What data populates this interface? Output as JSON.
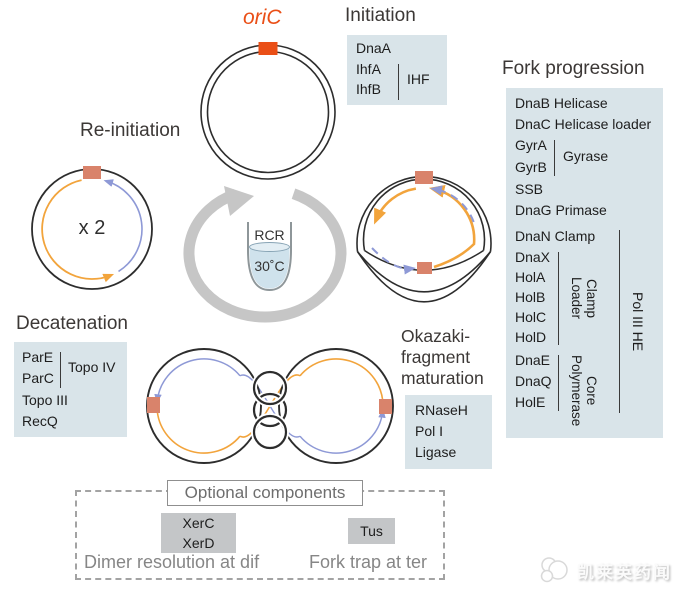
{
  "colors": {
    "panel_bg": "#d9e4e9",
    "gray_box_bg": "#c4c6c8",
    "oric_orange": "#ea4f17",
    "marker_salmon": "#d9836b",
    "strand_orange": "#f2a43c",
    "strand_blue": "#8e99d6",
    "cycle_gray": "#c6c6c6",
    "heading_text": "#3c3836",
    "muted_text": "#868686"
  },
  "plasmid": {
    "oric_label": "oriC"
  },
  "initiation": {
    "title": "Initiation",
    "first_item": "DnaA",
    "group_items": [
      "IhfA",
      "IhfB"
    ],
    "group_label": "IHF"
  },
  "fork_progression": {
    "title": "Fork progression",
    "items_top": [
      "DnaB Helicase",
      "DnaC Helicase loader"
    ],
    "gyrase": {
      "items": [
        "GyrA",
        "GyrB"
      ],
      "label": "Gyrase"
    },
    "items_mid": [
      "SSB",
      "DnaG Primase"
    ],
    "clamp_item": "DnaN Clamp",
    "clamp_loader": {
      "items": [
        "DnaX",
        "HolA",
        "HolB",
        "HolC",
        "HolD"
      ],
      "label_lines": [
        "Clamp",
        "Loader"
      ]
    },
    "core": {
      "items": [
        "DnaE",
        "DnaQ",
        "HolE"
      ],
      "label_lines": [
        "Core",
        "Polymerase"
      ]
    },
    "pol3_label": "Pol III HE"
  },
  "reinitiation": {
    "title": "Re-initiation",
    "copy_label": "x 2"
  },
  "cycle": {
    "tube_label": "RCR",
    "temperature": "30˚C"
  },
  "decatenation": {
    "title": "Decatenation",
    "group_items": [
      "ParE",
      "ParC"
    ],
    "group_label": "Topo IV",
    "items": [
      "Topo III",
      "RecQ"
    ]
  },
  "okazaki": {
    "title_lines": [
      "Okazaki-",
      "fragment",
      "maturation"
    ],
    "items": [
      "RNaseH",
      "Pol I",
      "Ligase"
    ]
  },
  "optional": {
    "title": "Optional components",
    "xer_items": [
      "XerC",
      "XerD"
    ],
    "tus_label": "Tus",
    "left_caption": "Dimer resolution at dif",
    "right_caption": "Fork trap at ter"
  },
  "watermark": {
    "text": "凯莱英药闻"
  }
}
